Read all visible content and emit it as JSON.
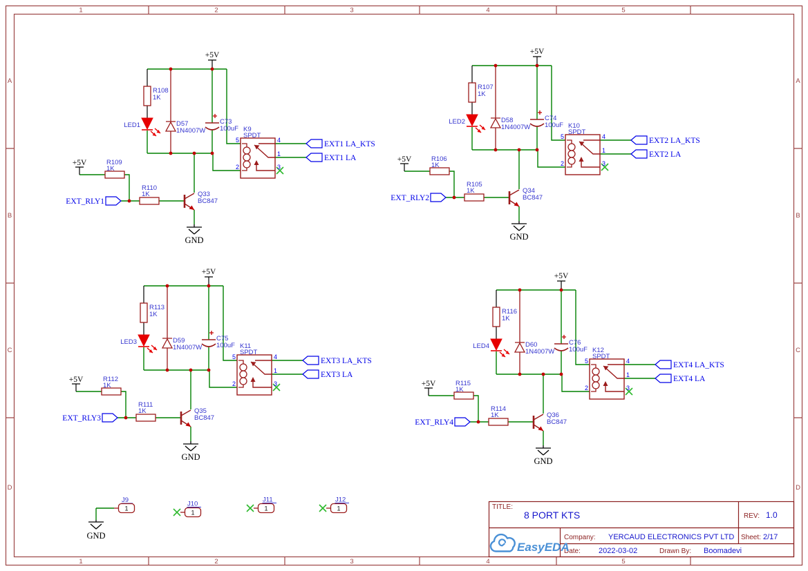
{
  "sheet": {
    "border": {
      "columns": [
        "1",
        "2",
        "3",
        "4",
        "5"
      ],
      "rows": [
        "A",
        "B",
        "C",
        "D"
      ]
    },
    "title_block": {
      "title_label": "TITLE:",
      "title": "8 PORT KTS",
      "rev_label": "REV:",
      "rev": "1.0",
      "company_label": "Company:",
      "company": "YERCAUD ELECTRONICS PVT LTD",
      "sheet_label": "Sheet:",
      "sheet": "2/17",
      "date_label": "Date:",
      "date": "2022-03-02",
      "drawn_by_label": "Drawn By:",
      "drawn_by": "Boomadevi",
      "logo_text": "EasyEDA"
    },
    "colors": {
      "wire": "#008000",
      "component_outline": "#9b1b1b",
      "net_label": "#0000e8",
      "reference_label": "#3535cf",
      "frame": "#9c4545",
      "title_block_label": "#8b1f1f",
      "title_block_value": "#1616cc",
      "logo_blue": "#4a90d6",
      "led_fill": "#e60000",
      "junction_dot": "#c00000",
      "no_connect_x": "#2db92d"
    }
  },
  "blocks": [
    {
      "power_label": "+5V",
      "power_in_label": "+5V",
      "gnd_label": "GND",
      "led_res": {
        "ref": "R108",
        "val": "1K"
      },
      "led": {
        "ref": "LED1"
      },
      "diode": {
        "ref": "D57",
        "val": "1N4007W"
      },
      "cap": {
        "ref": "C73",
        "val": "100uF"
      },
      "relay": {
        "ref": "K9",
        "val": "SPDT",
        "pins": {
          "p5": "5",
          "p2": "2",
          "p4": "4",
          "p1": "1",
          "p3": "3"
        }
      },
      "pullup_res": {
        "ref": "R109",
        "val": "1K"
      },
      "base_res": {
        "ref": "R110",
        "val": "1K"
      },
      "transistor": {
        "ref": "Q33",
        "val": "BC847"
      },
      "input_flag": "EXT_RLY1",
      "out_kts": "EXT1 LA_KTS",
      "out_la": "EXT1 LA"
    },
    {
      "power_label": "+5V",
      "power_in_label": "+5V",
      "gnd_label": "GND",
      "led_res": {
        "ref": "R107",
        "val": "1K"
      },
      "led": {
        "ref": "LED2"
      },
      "diode": {
        "ref": "D58",
        "val": "1N4007W"
      },
      "cap": {
        "ref": "C74",
        "val": "100uF"
      },
      "relay": {
        "ref": "K10",
        "val": "SPDT",
        "pins": {
          "p5": "5",
          "p2": "2",
          "p4": "4",
          "p1": "1",
          "p3": "3"
        }
      },
      "pullup_res": {
        "ref": "R106",
        "val": "1K"
      },
      "base_res": {
        "ref": "R105",
        "val": "1K"
      },
      "transistor": {
        "ref": "Q34",
        "val": "BC847"
      },
      "input_flag": "EXT_RLY2",
      "out_kts": "EXT2 LA_KTS",
      "out_la": "EXT2 LA"
    },
    {
      "power_label": "+5V",
      "power_in_label": "+5V",
      "gnd_label": "GND",
      "led_res": {
        "ref": "R113",
        "val": "1K"
      },
      "led": {
        "ref": "LED3"
      },
      "diode": {
        "ref": "D59",
        "val": "1N4007W"
      },
      "cap": {
        "ref": "C75",
        "val": "100uF"
      },
      "relay": {
        "ref": "K11",
        "val": "SPDT",
        "pins": {
          "p5": "5",
          "p2": "2",
          "p4": "4",
          "p1": "1",
          "p3": "3"
        }
      },
      "pullup_res": {
        "ref": "R112",
        "val": "1K"
      },
      "base_res": {
        "ref": "R111",
        "val": "1K"
      },
      "transistor": {
        "ref": "Q35",
        "val": "BC847"
      },
      "input_flag": "EXT_RLY3",
      "out_kts": "EXT3 LA_KTS",
      "out_la": "EXT3 LA"
    },
    {
      "power_label": "+5V",
      "power_in_label": "+5V",
      "gnd_label": "GND",
      "led_res": {
        "ref": "R116",
        "val": "1K"
      },
      "led": {
        "ref": "LED4"
      },
      "diode": {
        "ref": "D60",
        "val": "1N4007W"
      },
      "cap": {
        "ref": "C76",
        "val": "100uF"
      },
      "relay": {
        "ref": "K12",
        "val": "SPDT",
        "pins": {
          "p5": "5",
          "p2": "2",
          "p4": "4",
          "p1": "1",
          "p3": "3"
        }
      },
      "pullup_res": {
        "ref": "R115",
        "val": "1K"
      },
      "base_res": {
        "ref": "R114",
        "val": "1K"
      },
      "transistor": {
        "ref": "Q36",
        "val": "BC847"
      },
      "input_flag": "EXT_RLY4",
      "out_kts": "EXT4 LA_KTS",
      "out_la": "EXT4 LA"
    }
  ],
  "connectors": [
    {
      "ref": "J9",
      "pin": "1",
      "gnd_label": "GND"
    },
    {
      "ref": "J10",
      "pin": "1"
    },
    {
      "ref": "J11",
      "pin": "1"
    },
    {
      "ref": "J12",
      "pin": "1"
    }
  ]
}
